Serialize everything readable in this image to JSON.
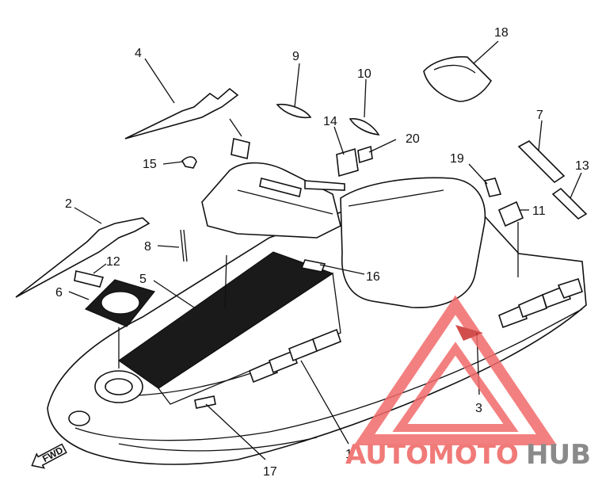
{
  "callouts": {
    "c1": "1",
    "c2": "2",
    "c3": "3",
    "c4": "4",
    "c5": "5",
    "c6": "6",
    "c7": "7",
    "c8": "8",
    "c9": "9",
    "c10": "10",
    "c11": "11",
    "c12": "12",
    "c13": "13",
    "c14": "14",
    "c15": "15",
    "c16": "16",
    "c17": "17",
    "c18": "18",
    "c19": "19",
    "c20": "20"
  },
  "direction_label": "FWD",
  "watermark": {
    "part1": "AUTO",
    "part2": "MOTO",
    "part3": "HUB",
    "colors": {
      "auto": "#f07a78",
      "moto": "#f07a78",
      "hub": "#8a8a8a",
      "triangle": "#f26b6b"
    }
  }
}
